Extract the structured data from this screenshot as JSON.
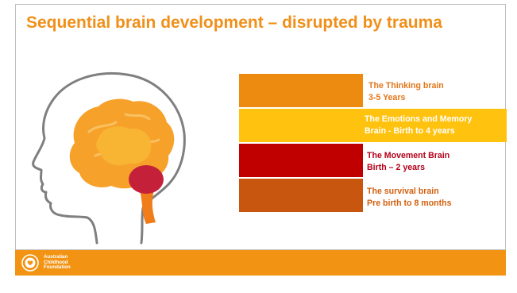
{
  "slide": {
    "title": "Sequential brain development – disrupted by trauma"
  },
  "illustration": {
    "icon": "head-profile-with-brain-icon",
    "colors": {
      "outline": "#7f7f7f",
      "cortex": "#f6a22a",
      "limbic": "#f8b433",
      "cerebellum": "#c4203a",
      "brainstem": "#f07d1a"
    }
  },
  "stages": [
    {
      "label_line1": "The Thinking brain",
      "label_line2": "3-5 Years",
      "color": "#ec8b0f",
      "text_color": "#e2761a"
    },
    {
      "label_line1": "The Emotions and Memory",
      "label_line2": "Brain - Birth to 4 years",
      "color": "#ffc20e",
      "text_color": "#ffffff"
    },
    {
      "label_line1": "The Movement Brain",
      "label_line2": "Birth – 2 years",
      "color": "#c00000",
      "text_color": "#b3001b"
    },
    {
      "label_line1": "The survival brain",
      "label_line2": "Pre birth to 8 months",
      "color": "#c9560f",
      "text_color": "#d35f0f"
    }
  ],
  "footer": {
    "background": "#f29313",
    "logo_icon": "heart-circle-logo-icon",
    "logo_line1": "Australian",
    "logo_line2": "Childhood",
    "logo_line3": "Foundation"
  },
  "theme": {
    "title_color": "#f0901b",
    "frame_color": "#bfbfbf"
  }
}
